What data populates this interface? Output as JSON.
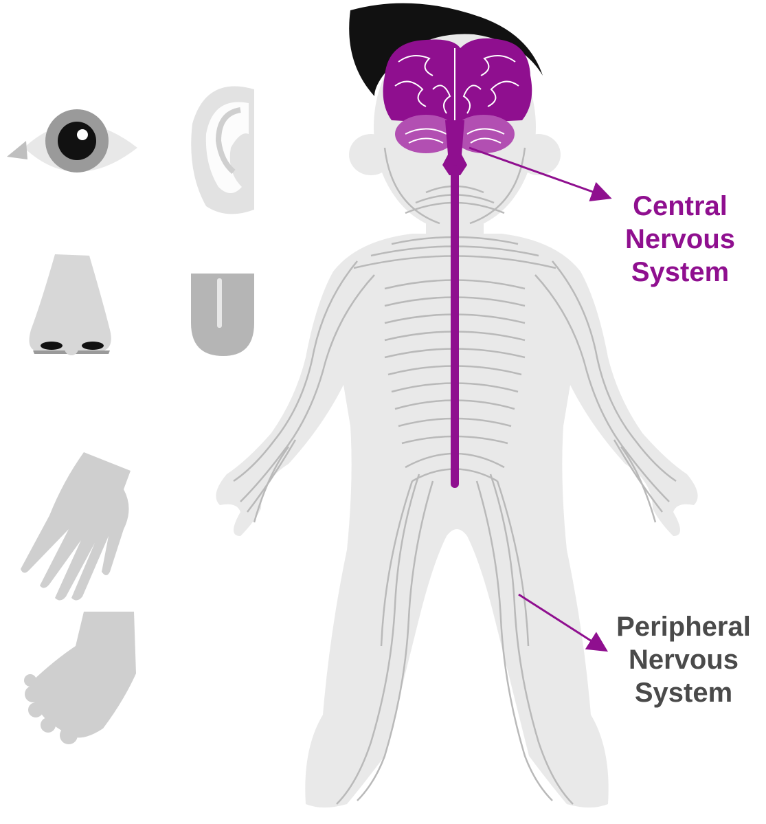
{
  "labels": {
    "central": {
      "lines": [
        "Central",
        "Nervous",
        "System"
      ]
    },
    "peripheral": {
      "lines": [
        "Peripheral",
        "Nervous",
        "System"
      ]
    }
  },
  "colors": {
    "central_accent": "#8f0f8f",
    "peripheral_text": "#4a4a4a",
    "body_fill": "#e9e9e9",
    "nerve_line": "#b9b9b9",
    "sense_organ_fill": "#cfcfcf",
    "hair": "#111111",
    "background": "#ffffff"
  },
  "icons": [
    "eye-icon",
    "ear-icon",
    "nose-icon",
    "tongue-icon",
    "hand-icon",
    "foot-icon"
  ]
}
